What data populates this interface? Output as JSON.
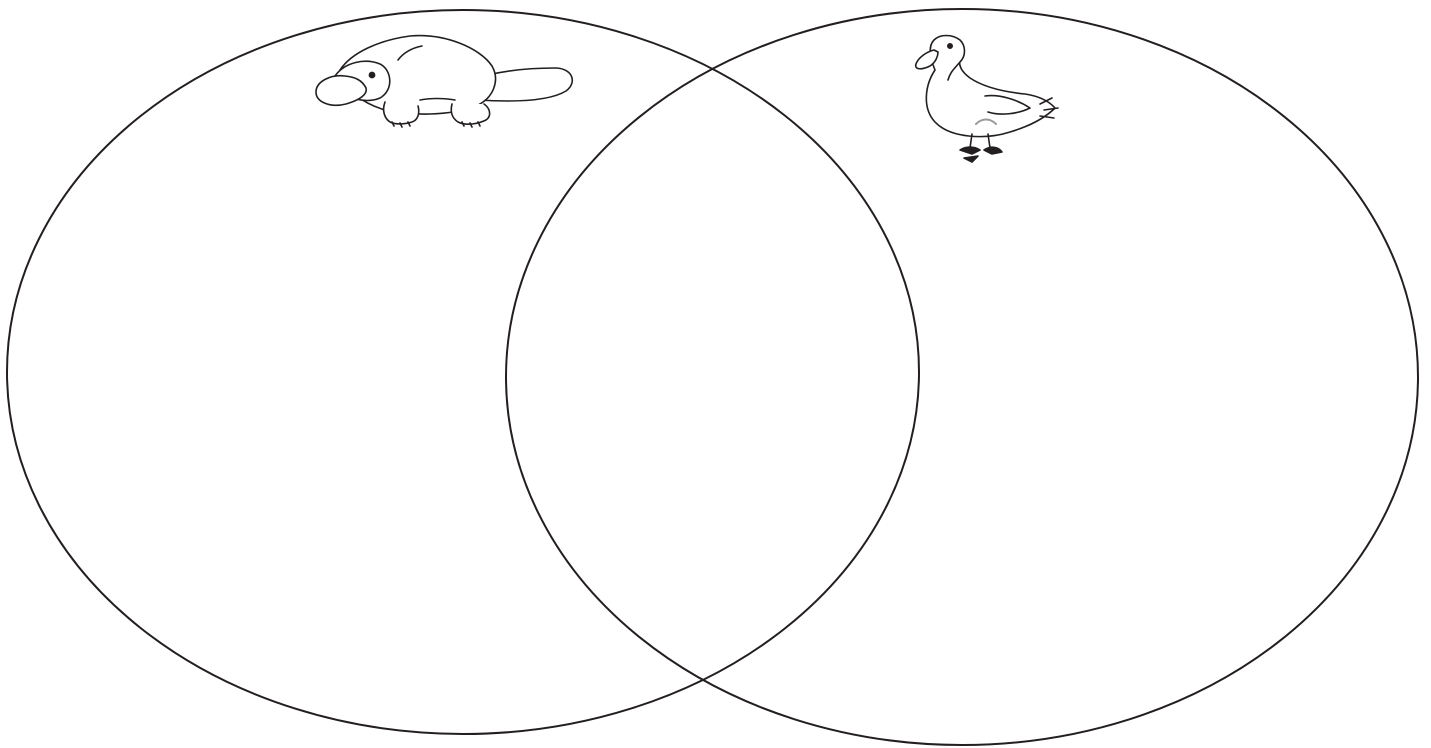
{
  "diagram": {
    "type": "venn",
    "sets": [
      {
        "id": "left",
        "icon": "platypus-icon",
        "text": ""
      },
      {
        "id": "right",
        "icon": "duck-icon",
        "text": ""
      }
    ],
    "overlap": {
      "text": ""
    },
    "colors": {
      "stroke": "#231f20",
      "background": "#ffffff",
      "accent_gray": "#9a9a9a"
    }
  }
}
